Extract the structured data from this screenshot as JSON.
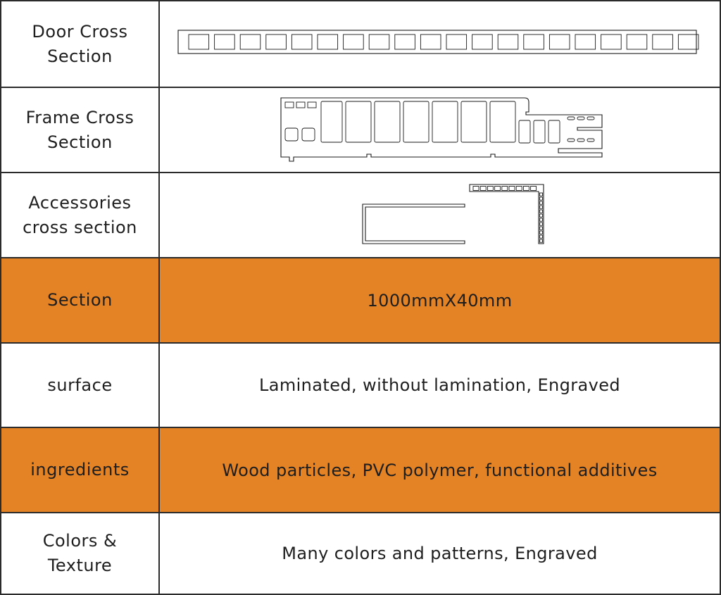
{
  "colors": {
    "accent": "#e48226",
    "border": "#2b2b2b",
    "text": "#1e1e1e"
  },
  "rows": [
    {
      "label": "Door Cross\nSection",
      "image": "door-cross-section-drawing"
    },
    {
      "label": "Frame Cross\nSection",
      "image": "frame-cross-section-drawing"
    },
    {
      "label": "Accessories\ncross section",
      "image": "accessories-cross-section-drawing"
    },
    {
      "label": "Section",
      "value": "1000mmX40mm"
    },
    {
      "label": "surface",
      "value": "Laminated, without lamination, Engraved"
    },
    {
      "label": "ingredients",
      "value": "Wood particles, PVC polymer, functional additives"
    },
    {
      "label": "Colors &\nTexture",
      "value": "Many colors and patterns, Engraved"
    }
  ]
}
